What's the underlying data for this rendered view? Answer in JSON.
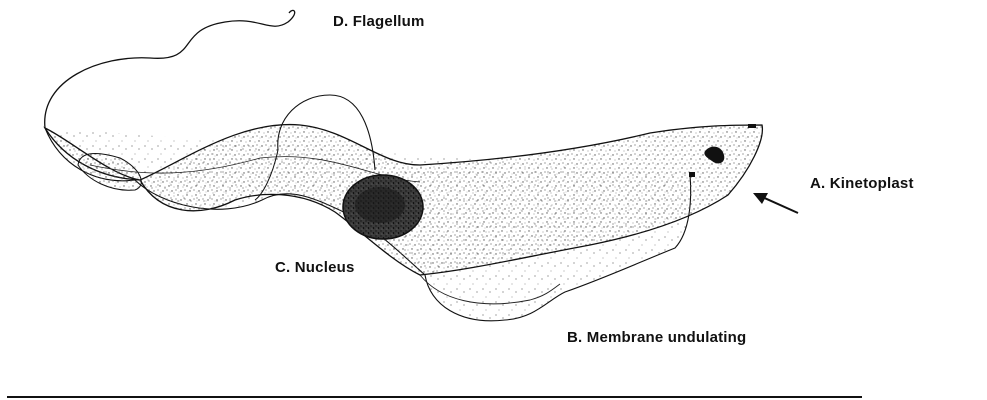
{
  "labels": {
    "flagellum": "D. Flagellum",
    "kinetoplast": "A. Kinetoplast",
    "nucleus": "C. Nucleus",
    "membrane": "B. Membrane undulating"
  },
  "colors": {
    "ink": "#111111",
    "stipple": "#4a4a4a",
    "nucleus_fill": "#2b2b2b",
    "background": "#ffffff"
  }
}
